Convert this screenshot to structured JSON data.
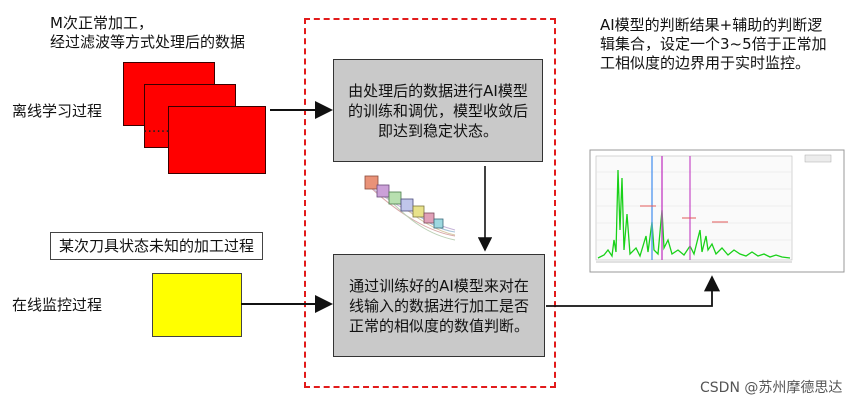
{
  "top_left_caption": "M次正常加工，\n经过滤波等方式处理后的数据",
  "offline_label": "离线学习过程",
  "card_dots": "......",
  "offline_box_text": "由处理后的数据进行AI模型的训练和调优，模型收敛后即达到稳定状态。",
  "top_right_caption": "AI模型的判断结果+辅助的判断逻辑集合，设定一个3~5倍于正常加工相似度的边界用于实时监控。",
  "unknown_state_label": "某次刀具状态未知的加工过程",
  "online_label": "在线监控过程",
  "online_box_text": "通过训练好的AI模型来对在线输入的数据进行加工是否正常的相似度的数值判断。",
  "watermark": "CSDN @苏州摩德思达",
  "colors": {
    "card_red": "#ff0000",
    "yellow": "#ffff00",
    "dashed_border": "#e21b1b",
    "gray_box": "#c9c9c9",
    "signal_green": "#19d119"
  }
}
